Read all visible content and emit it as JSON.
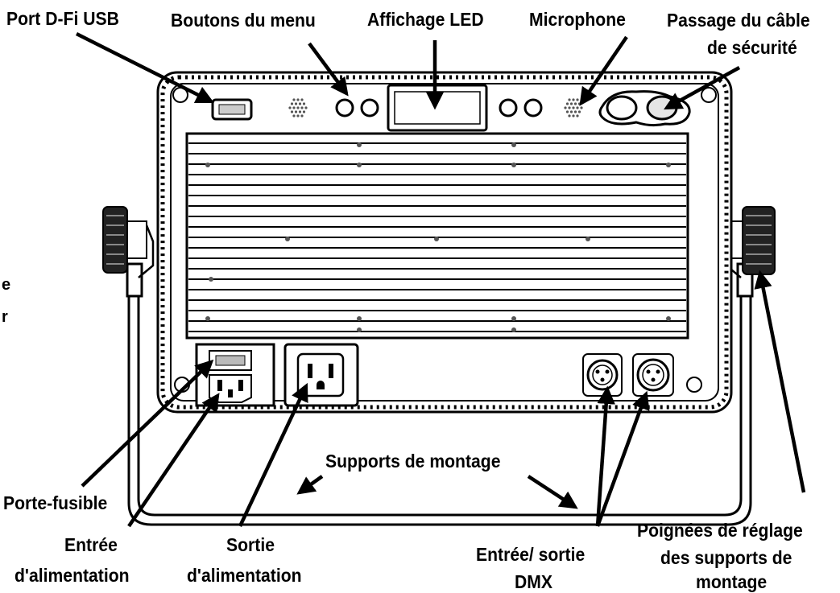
{
  "labels": {
    "usb_port": "Port D-Fi USB",
    "menu_buttons": "Boutons du menu",
    "led_display": "Affichage LED",
    "microphone": "Microphone",
    "safety_cable_line1": "Passage du câble",
    "safety_cable_line2": "de sécurité",
    "mounting_brackets": "Supports de montage",
    "fuse_holder": "Porte-fusible",
    "power_in_line1": "Entrée",
    "power_in_line2": "d'alimentation",
    "power_out_line1": "Sortie",
    "power_out_line2": "d'alimentation",
    "dmx_line1": "Entrée/ sortie",
    "dmx_line2": "DMX",
    "adjust_knobs_line1": "Poignées de réglage",
    "adjust_knobs_line2": "des supports de",
    "adjust_knobs_line3": "montage"
  },
  "margin_glyphs": [
    "e",
    "r"
  ],
  "colors": {
    "ink": "#000000",
    "paper": "#ffffff",
    "shade": "#d9d9d9"
  }
}
